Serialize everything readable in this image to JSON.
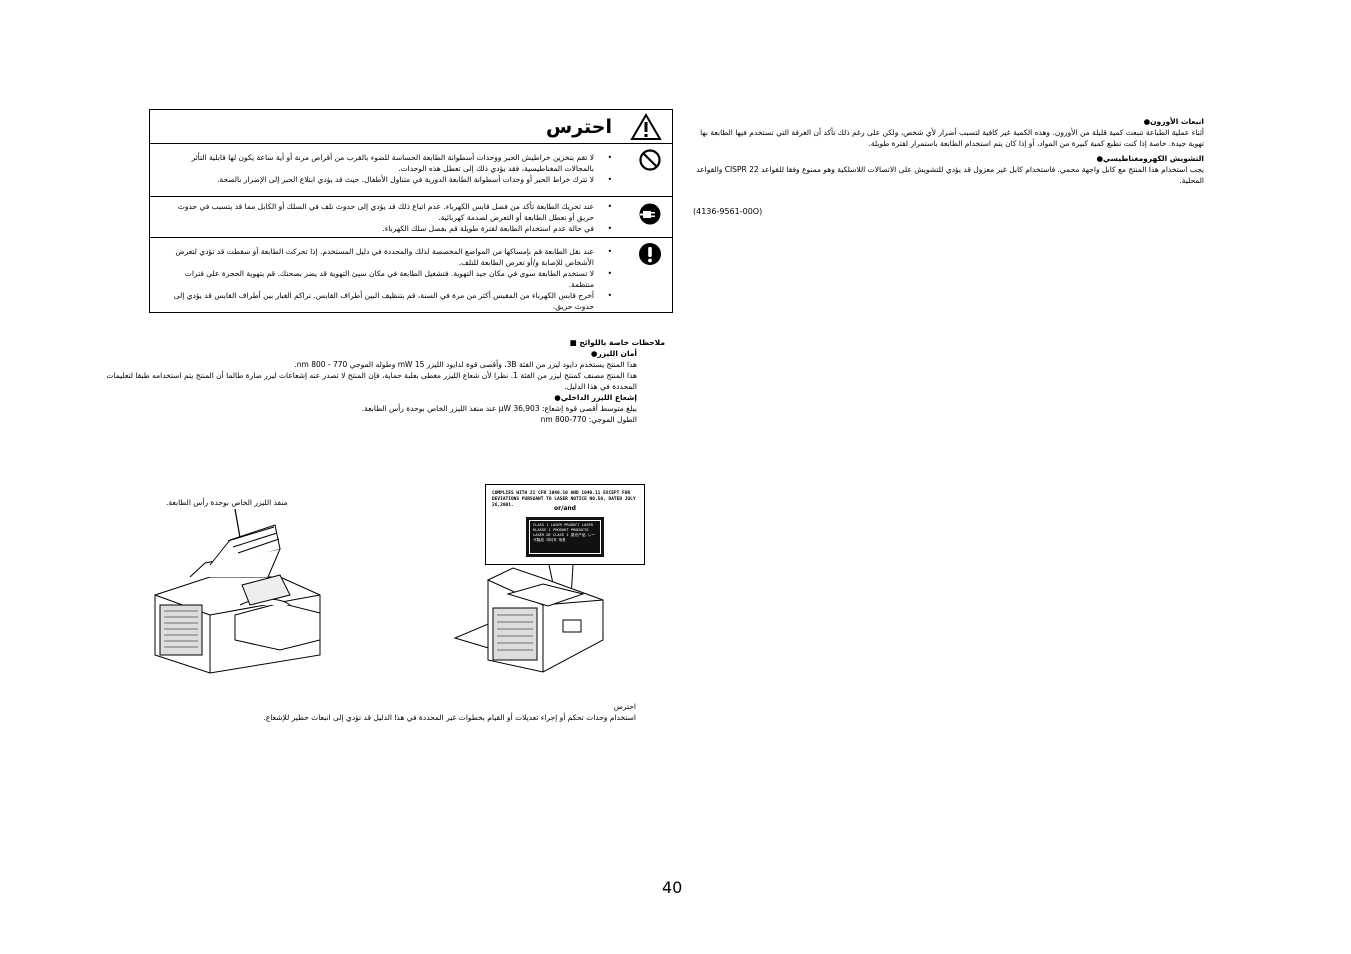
{
  "warning": {
    "title": "احترس",
    "rows": [
      {
        "icon": "no-symbol-icon",
        "items": [
          "لا تقم بتخزين خراطيش الحبر ووحدات أسطوانة الطابعة الحساسة للضوء بالقرب من أقراص مرنة أو أية ساعة يكون لها قابلية التأثر بالمجالات المغناطيسية، فقد يؤدي ذلك إلى تعطل هذه الوحدات.",
          "لا تترك خراط الحبر أو وحدات أسطوانة الطابعة الدورية في متناول الأطفال. حيث قد يؤدي ابتلاع الحبر إلى الإضرار بالصحة."
        ]
      },
      {
        "icon": "unplug-icon",
        "items": [
          "عند تحريك الطابعة تأكد من فصل قابس الكهرباء. عدم اتباع ذلك قد يؤدي إلى حدوث تلف في السلك أو الكابل مما قد يتسبب في حدوث حريق أو تعطل الطابعة أو التعرض لصدمة كهربائية.",
          "في حالة عدم استخدام الطابعة لفترة طويلة قم بفصل سلك الكهرباء."
        ]
      },
      {
        "icon": "exclamation-icon",
        "items": [
          "عند نقل الطابعة قم بإمساكها من المواضع المخصصة لذلك والمحددة في دليل المستخدم. إذا تحركت الطابعة أو سقطت قد تؤدي لتعرض الأشخاص للإصابة و/أو تعرض الطابعة للتلف.",
          "لا تستخدم الطابعة سوى في مكان جيد التهوية. فتشغيل الطابعة في مكان سيئ التهوية قد يضر بصحتك. قم بتهوية الحجرة على فترات منتظمة.",
          "أخرج قابس الكهرباء من المقبس أكثر من مرة في السنة، قم بتنظيف البين أطراف القابس. تراكم الغبار بين أطراف القابس قد يؤدي إلى حدوث حريق."
        ]
      }
    ]
  },
  "laser": {
    "heading": "ملاحظات خاصة باللوائح",
    "safety_title": "أمان الليزر",
    "safety_lines": [
      "هذا المنتج يستخدم دايود ليزر من الفئة 3B، وأقصى قوة لدايود الليزر 15 mW وطوله الموجي 770 - 800 nm.",
      "هذا المنتج مصنف كمنتج ليزر من الفئة 1. نظرا لأن شعاع الليزر مغطى بعلبة حماية، فإن المنتج لا تصدر عنه إشعاعات ليزر ضارة طالما أن المنتج يتم استخدامه طبقا لتعليمات المحددة في هذا الدليل."
    ],
    "radiation_title": "إشعاع الليزر الداخلي",
    "radiation_lines": [
      "يبلغ متوسط أقصى قوة إشعاع: 36,903 μW عند منفذ الليزر الخاص بوحدة رأس الطابعة.",
      "الطول الموجي: 770-800 nm"
    ]
  },
  "right": {
    "ozone_title": "انبعاث الأوزون",
    "ozone_text": "أثناء عملية الطباعة تنبعث كمية قليلة من الأوزون. وهذه الكمية غير كافية لتسبب أضرار لأي شخص، ولكن على رغم ذلك تأكد أن الغرفة التي تستخدم فيها الطابعة بها تهوية جيدة. خاصة إذا كنت تطبع كمية كبيرة من المواد، أو إذا كان يتم استخدام الطابعة باستمرار لفترة طويلة.",
    "emi_title": "التشويش الكهرومغناطيسي",
    "emi_text": "يجب استخدام هذا المنتج مع كابل واجهة محمي. فاستخدام كابل غير معزول قد يؤدي للتشويش على الاتصالات اللاسلكية وهو ممنوع وفقا للقواعد CISPR 22 والقواعد المحلية.",
    "docnum": "(4136-9561-00O)"
  },
  "figures": {
    "aperture_label": "منفذ الليزر الخاص بوحدة رأس الطابعة.",
    "label_top": "COMPLIES WITH 21 CFR 1040.10 AND 1040.11 EXCEPT FOR DEVIATIONS PURSUANT TO LASER NOTICE NO.50, DATED JULY 26,2001.",
    "label_orand": "or/and",
    "label_inner": "CLASS 1 LASER PRODUCT LASER KLASSE 1 PRODUKT PRODUCTO LASER DE CLASE 1 激光产品 レーザ製品 레이저 제품"
  },
  "caution": {
    "title": "احترس",
    "text": "استخدام وحدات تحكم أو إجراء تعديلات أو القيام بخطوات غير المحددة في هذا الدليل قد تؤدي إلى انبعاث خطير للإشعاع."
  },
  "page_number": "40"
}
